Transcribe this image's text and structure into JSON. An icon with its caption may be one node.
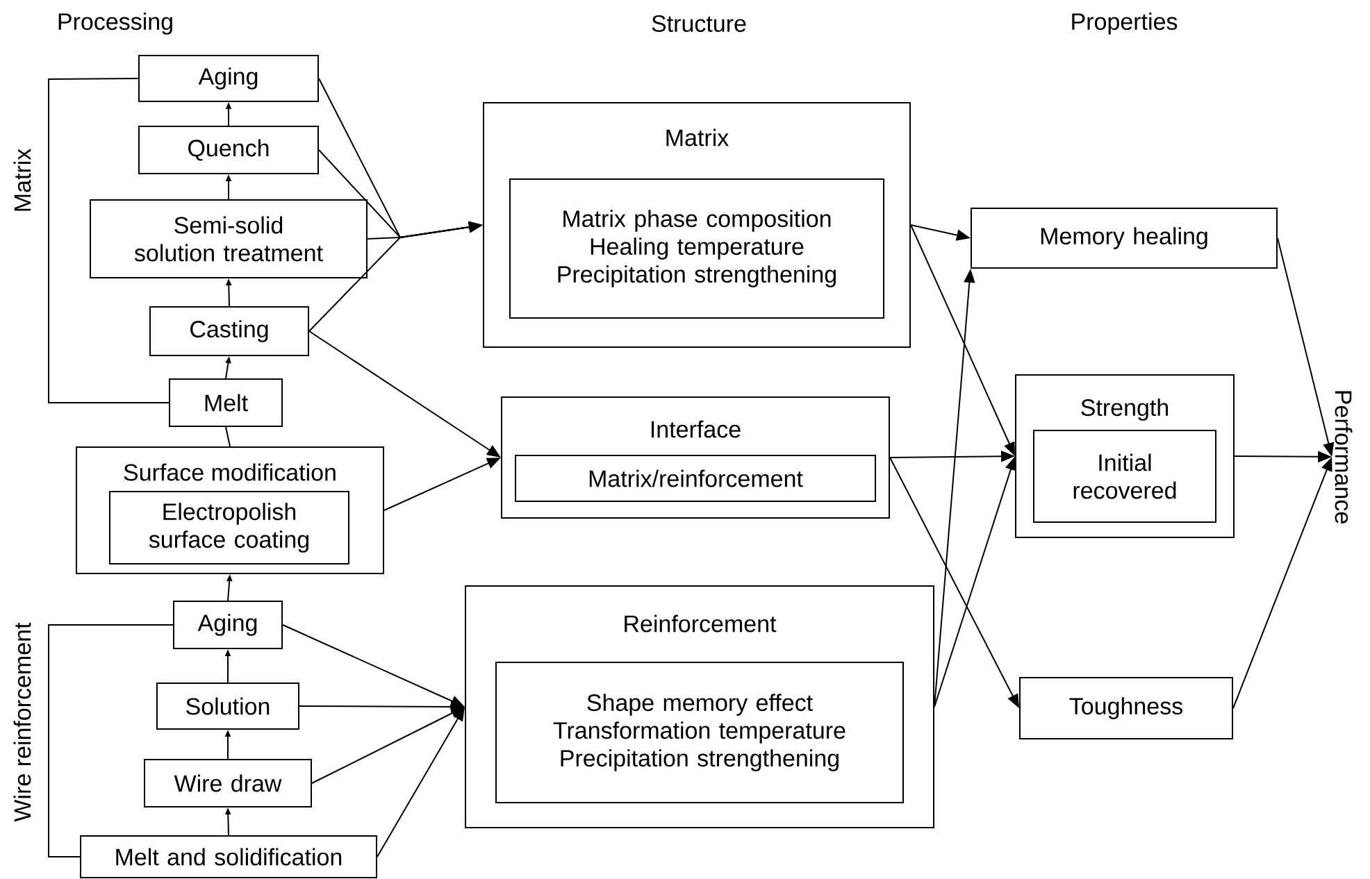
{
  "diagram": {
    "nodes": [
      {
        "text": [
          "Aging"
        ]
      },
      {
        "text": [
          "Quench"
        ]
      },
      {
        "text": [
          "Semi-solid solution treatment"
        ]
      },
      {
        "text": [
          "Casting"
        ]
      },
      {
        "text": [
          "Melt"
        ]
      },
      {
        "text": [
          "Surface modification"
        ]
      },
      {
        "text": [
          "Electropolish surface coating"
        ],
        "in": 5
      },
      {
        "text": [
          "Aging"
        ]
      },
      {
        "text": [
          "Solution"
        ]
      },
      {
        "text": [
          "Wire draw"
        ]
      },
      {
        "text": [
          "Melt and solidification"
        ]
      },
      {
        "text": [
          "Matrix"
        ]
      },
      {
        "text": [
          "Matrix phase composition Healing temperature Precipitation strengthening"
        ],
        "in": 11
      },
      {
        "text": [
          "Interface"
        ]
      },
      {
        "text": [
          "Matrix/reinforcement"
        ],
        "in": 13
      },
      {
        "text": [
          "Reinforcement"
        ]
      },
      {
        "text": [
          "Shape memory effect Transformation temperature Precipitation strengthening"
        ],
        "in": 15
      },
      {
        "text": [
          "Memory healing"
        ]
      },
      {
        "text": [
          "Strength"
        ]
      },
      {
        "text": [
          "Initial recovered"
        ],
        "in": 18
      },
      {
        "text": [
          "Toughness"
        ]
      },
      {
        "text": [
          "Performance"
        ]
      }
    ],
    "edges": [
      {
        "from": 4,
        "to": 3,
        "arrow": "to"
      },
      {
        "from": 3,
        "to": 2,
        "arrow": "to"
      },
      {
        "from": 2,
        "to": 1,
        "arrow": "to"
      },
      {
        "from": 1,
        "to": 0,
        "arrow": "to"
      },
      {
        "from": 0,
        "to": 4,
        "arrow": "none"
      },
      {
        "from": 4,
        "to": 5,
        "arrow": "none"
      },
      {
        "from": 7,
        "to": 5,
        "arrow": "to"
      },
      {
        "from": 8,
        "to": 7,
        "arrow": "to"
      },
      {
        "from": 9,
        "to": 8,
        "arrow": "to"
      },
      {
        "from": 10,
        "to": 9,
        "arrow": "to"
      },
      {
        "from": 7,
        "to": 10,
        "arrow": "none"
      },
      {
        "from": 0,
        "to": 11,
        "arrow": "to"
      },
      {
        "from": 1,
        "to": 11,
        "arrow": "to"
      },
      {
        "from": 2,
        "to": 11,
        "arrow": "to"
      },
      {
        "from": 3,
        "to": 11,
        "arrow": "to"
      },
      {
        "from": 3,
        "to": 13,
        "arrow": "to"
      },
      {
        "from": 5,
        "to": 13,
        "arrow": "to"
      },
      {
        "from": 7,
        "to": 15,
        "arrow": "to"
      },
      {
        "from": 8,
        "to": 15,
        "arrow": "to"
      },
      {
        "from": 9,
        "to": 15,
        "arrow": "to"
      },
      {
        "from": 10,
        "to": 15,
        "arrow": "to"
      },
      {
        "from": 11,
        "to": 17,
        "arrow": "to"
      },
      {
        "from": 11,
        "to": 18,
        "arrow": "to"
      },
      {
        "from": 13,
        "to": 18,
        "arrow": "to"
      },
      {
        "from": 13,
        "to": 20,
        "arrow": "to"
      },
      {
        "from": 15,
        "to": 17,
        "arrow": "to"
      },
      {
        "from": 15,
        "to": 18,
        "arrow": "to"
      },
      {
        "from": 17,
        "to": 21,
        "arrow": "to"
      },
      {
        "from": 18,
        "to": 21,
        "arrow": "to"
      },
      {
        "from": 20,
        "to": 21,
        "arrow": "to"
      }
    ],
    "labels": [
      "Processing",
      "Structure",
      "Properties",
      "Matrix",
      "Wire reinforcement"
    ]
  }
}
